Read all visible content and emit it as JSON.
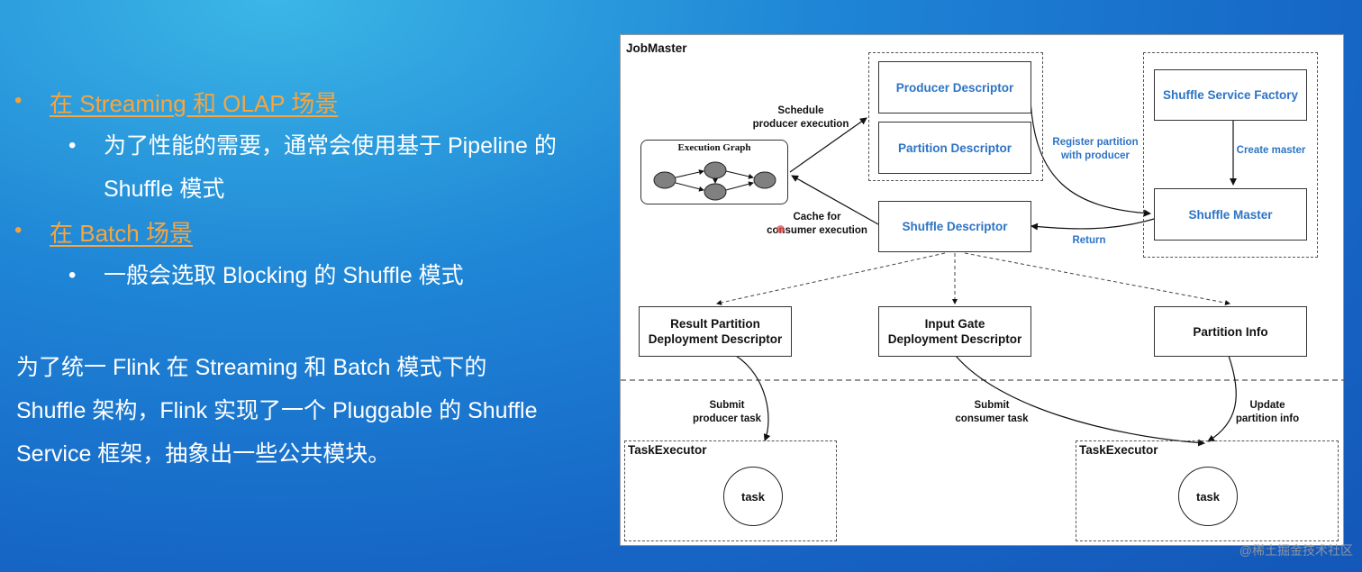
{
  "slide": {
    "bullets": [
      {
        "heading": "在 Streaming 和 OLAP 场景",
        "sub": [
          "为了性能的需要，通常会使用基于 Pipeline 的",
          "Shuffle 模式"
        ]
      },
      {
        "heading": "在 Batch 场景",
        "sub": [
          "一般会选取 Blocking 的 Shuffle 模式"
        ]
      }
    ],
    "paragraph": [
      "为了统一 Flink 在 Streaming 和 Batch 模式下的",
      "Shuffle 架构，Flink 实现了一个 Pluggable 的 Shuffle",
      "Service 框架，抽象出一些公共模块。"
    ],
    "bullet_glyph": "•",
    "colors": {
      "heading": "#f6a53f",
      "text": "#ffffff",
      "diagram_blue": "#2d74c5"
    }
  },
  "diagram": {
    "regions": {
      "jobmaster": "JobMaster",
      "taskexecutor_left": "TaskExecutor",
      "taskexecutor_right": "TaskExecutor"
    },
    "execution_graph": {
      "title": "Execution Graph"
    },
    "boxes": {
      "producer_descriptor": "Producer Descriptor",
      "partition_descriptor": "Partition Descriptor",
      "shuffle_service_factory": "Shuffle Service Factory",
      "shuffle_master": "Shuffle Master",
      "shuffle_descriptor": "Shuffle Descriptor",
      "result_partition": [
        "Result Partition",
        "Deployment Descriptor"
      ],
      "input_gate": [
        "Input Gate",
        "Deployment Descriptor"
      ],
      "partition_info": "Partition Info"
    },
    "edge_labels": {
      "schedule": [
        "Schedule",
        "producer execution"
      ],
      "cache": [
        "Cache for",
        "consumer execution"
      ],
      "register": [
        "Register partition",
        "with producer"
      ],
      "create_master": "Create master",
      "return": "Return",
      "submit_producer": [
        "Submit",
        "producer task"
      ],
      "submit_consumer": [
        "Submit",
        "consumer task"
      ],
      "update_partition": [
        "Update",
        "partition info"
      ]
    },
    "tasks": {
      "left": "task",
      "right": "task"
    }
  },
  "watermark": "@稀土掘金技术社区"
}
